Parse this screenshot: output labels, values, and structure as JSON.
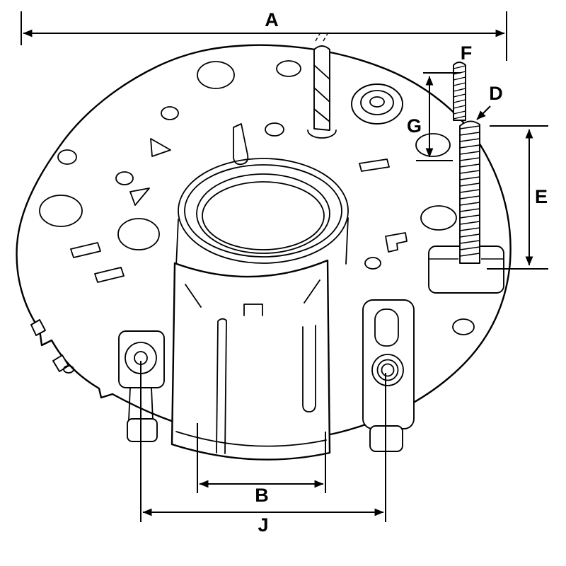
{
  "drawing": {
    "background_color": "#ffffff",
    "line_color": "#000000",
    "dimension_labels": {
      "a": "A",
      "b": "B",
      "d": "D",
      "e": "E",
      "f": "F",
      "g": "G",
      "j": "J"
    }
  }
}
